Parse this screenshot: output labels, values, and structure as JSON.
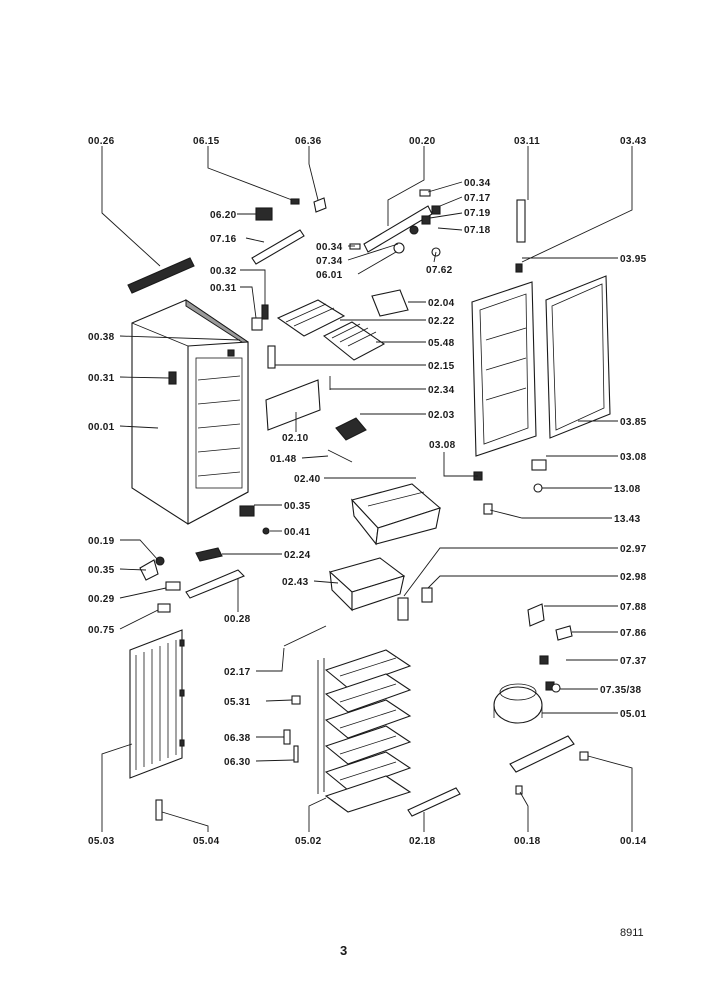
{
  "labels": {
    "l0026": "00.26",
    "l0615": "06.15",
    "l0636": "06.36",
    "l0020": "00.20",
    "l0311": "03.11",
    "l0343": "03.43",
    "l0034a": "00.34",
    "l0717": "07.17",
    "l0620": "06.20",
    "l0719": "07.19",
    "l0716": "07.16",
    "l0718": "07.18",
    "l0034b": "00.34",
    "l0734": "07.34",
    "l0601": "06.01",
    "l0762": "07.62",
    "l0395": "03.95",
    "l0032": "00.32",
    "l0031a": "00.31",
    "l0204": "02.04",
    "l0222": "02.22",
    "l0038": "00.38",
    "l0548": "05.48",
    "l0215": "02.15",
    "l0031b": "00.31",
    "l0234": "02.34",
    "l0203": "02.03",
    "l0001": "00.01",
    "l0385": "03.85",
    "l0210": "02.10",
    "l0148": "01.48",
    "l0308a": "03.08",
    "l0308b": "03.08",
    "l0240": "02.40",
    "l1308": "13.08",
    "l0035a": "00.35",
    "l1343": "13.43",
    "l0041": "00.41",
    "l0019": "00.19",
    "l0224": "02.24",
    "l0297": "02.97",
    "l0035b": "00.35",
    "l0243": "02.43",
    "l0298": "02.98",
    "l0029": "00.29",
    "l0028": "00.28",
    "l0788": "07.88",
    "l0075": "00.75",
    "l0786": "07.86",
    "l0217": "02.17",
    "l0737": "07.37",
    "l0531": "05.31",
    "l0735": "07.35/38",
    "l0501": "05.01",
    "l0638": "06.38",
    "l0630": "06.30",
    "l0503": "05.03",
    "l0504": "05.04",
    "l0502": "05.02",
    "l0218": "02.18",
    "l0018": "00.18",
    "l0014": "00.14"
  },
  "footer": {
    "page_number": "3",
    "doc_code": "8911"
  }
}
